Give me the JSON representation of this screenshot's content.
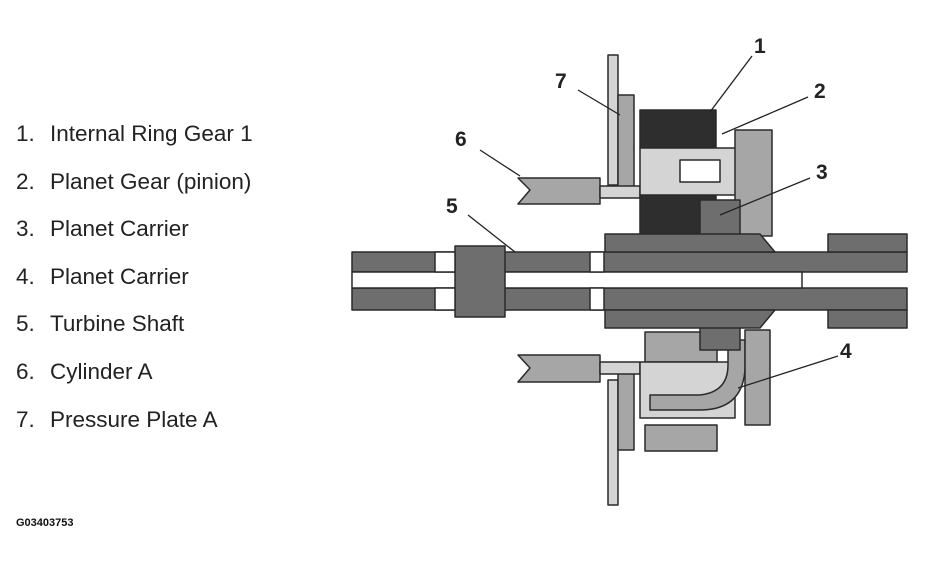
{
  "legend": [
    {
      "num": "1.",
      "label": "Internal Ring Gear 1"
    },
    {
      "num": "2.",
      "label": "Planet Gear (pinion)"
    },
    {
      "num": "3.",
      "label": "Planet Carrier"
    },
    {
      "num": "4.",
      "label": "Planet Carrier"
    },
    {
      "num": "5.",
      "label": "Turbine Shaft"
    },
    {
      "num": "6.",
      "label": "Cylinder A"
    },
    {
      "num": "7.",
      "label": "Pressure Plate A"
    }
  ],
  "callouts": {
    "c1": "1",
    "c2": "2",
    "c3": "3",
    "c4": "4",
    "c5": "5",
    "c6": "6",
    "c7": "7"
  },
  "figure_code": "G03403753",
  "colors": {
    "part_dark": "#6e6e6e",
    "part_mid": "#a6a6a6",
    "part_light": "#d4d4d4",
    "outline": "#2a2a2a"
  }
}
